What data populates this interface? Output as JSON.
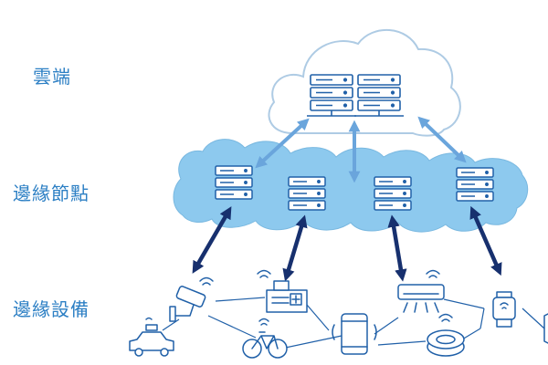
{
  "labels": {
    "cloud": "雲端",
    "edge_node": "邊緣節點",
    "edge_device": "邊緣設備"
  },
  "colors": {
    "label_text": "#2c7fc4",
    "cloud_fill": "#ffffff",
    "cloud_stroke": "#aecbe4",
    "edge_cloud_fill": "#8dc9ee",
    "icon_stroke": "#2060a8",
    "cloud_arrow": "#6aa5dc",
    "device_arrow": "#17306e",
    "link_line": "#2060a8"
  },
  "edge_nodes": [
    "server-1",
    "server-2",
    "server-3",
    "server-4"
  ],
  "devices": [
    "security-camera",
    "smart-building",
    "smartphone",
    "air-conditioner",
    "smartwatch",
    "taxi",
    "bicycle",
    "robot-vacuum"
  ]
}
